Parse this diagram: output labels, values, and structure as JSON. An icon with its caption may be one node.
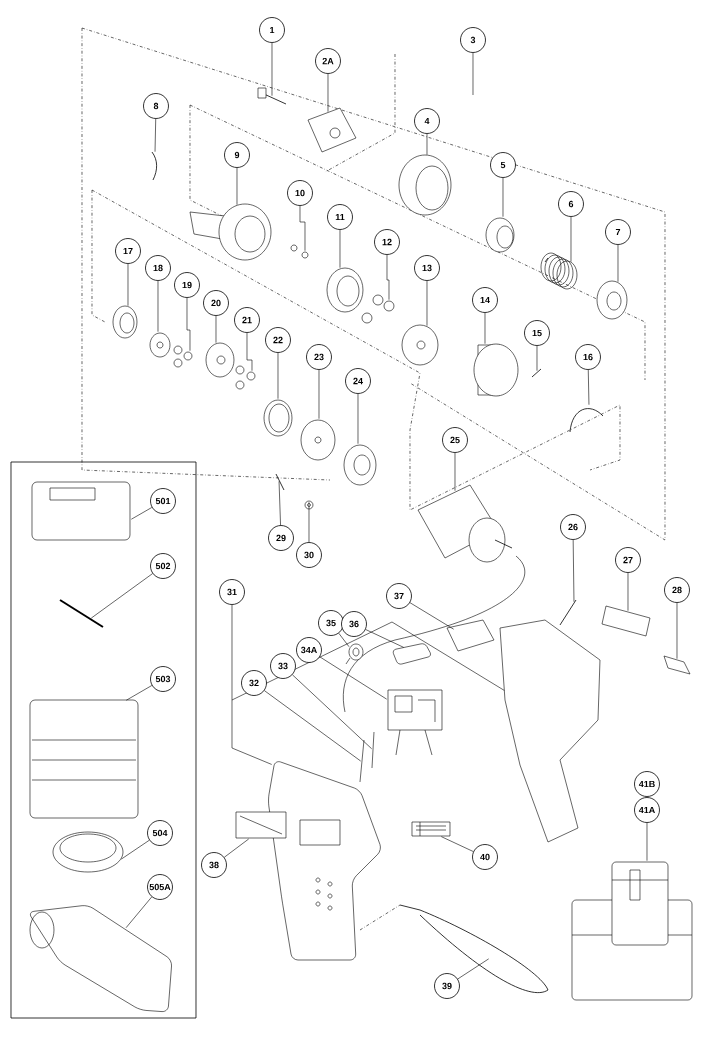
{
  "diagram": {
    "nodes": [
      {
        "text": [
          "1"
        ]
      },
      {
        "text": [
          "2A"
        ]
      },
      {
        "text": [
          "3"
        ]
      },
      {
        "text": [
          "4"
        ]
      },
      {
        "text": [
          "5"
        ]
      },
      {
        "text": [
          "6"
        ]
      },
      {
        "text": [
          "7"
        ]
      },
      {
        "text": [
          "8"
        ]
      },
      {
        "text": [
          "9"
        ]
      },
      {
        "text": [
          "10"
        ]
      },
      {
        "text": [
          "11"
        ]
      },
      {
        "text": [
          "12"
        ]
      },
      {
        "text": [
          "13"
        ]
      },
      {
        "text": [
          "14"
        ]
      },
      {
        "text": [
          "15"
        ]
      },
      {
        "text": [
          "16"
        ]
      },
      {
        "text": [
          "17"
        ]
      },
      {
        "text": [
          "18"
        ]
      },
      {
        "text": [
          "19"
        ]
      },
      {
        "text": [
          "20"
        ]
      },
      {
        "text": [
          "21"
        ]
      },
      {
        "text": [
          "22"
        ]
      },
      {
        "text": [
          "23"
        ]
      },
      {
        "text": [
          "24"
        ]
      },
      {
        "text": [
          "25"
        ]
      },
      {
        "text": [
          "26"
        ]
      },
      {
        "text": [
          "27"
        ]
      },
      {
        "text": [
          "28"
        ]
      },
      {
        "text": [
          "29"
        ]
      },
      {
        "text": [
          "30"
        ]
      },
      {
        "text": [
          "31"
        ]
      },
      {
        "text": [
          "32"
        ]
      },
      {
        "text": [
          "33"
        ]
      },
      {
        "text": [
          "34A"
        ]
      },
      {
        "text": [
          "35"
        ]
      },
      {
        "text": [
          "36"
        ]
      },
      {
        "text": [
          "37"
        ]
      },
      {
        "text": [
          "38"
        ]
      },
      {
        "text": [
          "39"
        ]
      },
      {
        "text": [
          "40"
        ]
      },
      {
        "text": [
          "41B"
        ]
      },
      {
        "text": [
          "41A"
        ]
      },
      {
        "text": [],
        "shape": "box"
      },
      {
        "text": [
          "501"
        ],
        "in": 42
      },
      {
        "text": [
          "502"
        ],
        "in": 42
      },
      {
        "text": [
          "503"
        ],
        "in": 42
      },
      {
        "text": [
          "504"
        ],
        "in": 42
      },
      {
        "text": [
          "505A"
        ],
        "in": 42
      },
      {
        "text": [],
        "shape": "picture"
      },
      {
        "text": [],
        "shape": "picture"
      },
      {
        "text": [],
        "shape": "picture"
      },
      {
        "text": [],
        "shape": "picture"
      },
      {
        "text": [],
        "shape": "picture"
      },
      {
        "text": [],
        "shape": "picture"
      },
      {
        "text": [],
        "shape": "picture"
      },
      {
        "text": [],
        "shape": "picture"
      },
      {
        "text": [],
        "shape": "picture"
      },
      {
        "text": [],
        "shape": "picture"
      },
      {
        "text": [],
        "shape": "picture"
      },
      {
        "text": [],
        "shape": "picture"
      },
      {
        "text": [],
        "shape": "picture"
      },
      {
        "text": [],
        "shape": "picture"
      },
      {
        "text": [],
        "shape": "picture"
      },
      {
        "text": [],
        "shape": "picture"
      },
      {
        "text": [],
        "shape": "picture"
      },
      {
        "text": [],
        "shape": "picture"
      },
      {
        "text": [],
        "shape": "picture"
      },
      {
        "text": [],
        "shape": "picture"
      },
      {
        "text": [],
        "shape": "picture"
      },
      {
        "text": [],
        "shape": "picture"
      },
      {
        "text": [],
        "shape": "picture"
      },
      {
        "text": [],
        "shape": "picture"
      },
      {
        "text": [],
        "shape": "picture"
      },
      {
        "text": [],
        "shape": "picture"
      },
      {
        "text": [],
        "shape": "picture"
      },
      {
        "text": [],
        "shape": "picture"
      },
      {
        "text": [],
        "shape": "picture"
      },
      {
        "text": [],
        "shape": "picture"
      },
      {
        "text": [],
        "shape": "picture"
      },
      {
        "text": [],
        "shape": "picture"
      },
      {
        "text": [],
        "shape": "picture"
      },
      {
        "text": [],
        "shape": "picture"
      },
      {
        "text": [],
        "shape": "picture"
      },
      {
        "text": [],
        "shape": "picture"
      },
      {
        "text": [],
        "shape": "picture"
      },
      {
        "text": [],
        "shape": "picture"
      },
      {
        "text": [],
        "shape": "picture"
      },
      {
        "text": [],
        "shape": "picture"
      },
      {
        "text": [],
        "shape": "picture",
        "in": 42
      },
      {
        "text": [],
        "shape": "picture",
        "in": 42
      },
      {
        "text": [],
        "shape": "picture",
        "in": 42
      },
      {
        "text": [],
        "shape": "picture",
        "in": 42
      },
      {
        "text": [],
        "shape": "picture",
        "in": 42
      }
    ],
    "edges": [
      {
        "from": 0,
        "to": 48,
        "arrow": "none"
      },
      {
        "from": 1,
        "to": 49,
        "arrow": "none"
      },
      {
        "from": 2,
        "to": null,
        "arrow": "none"
      },
      {
        "from": 3,
        "to": 50,
        "arrow": "none"
      },
      {
        "from": 4,
        "to": 51,
        "arrow": "none"
      },
      {
        "from": 5,
        "to": 52,
        "arrow": "none"
      },
      {
        "from": 6,
        "to": 53,
        "arrow": "none"
      },
      {
        "from": 7,
        "to": 54,
        "arrow": "none"
      },
      {
        "from": 8,
        "to": 55,
        "arrow": "none"
      },
      {
        "from": 9,
        "to": 56,
        "arrow": "none"
      },
      {
        "from": 10,
        "to": 57,
        "arrow": "none"
      },
      {
        "from": 11,
        "to": 58,
        "arrow": "none"
      },
      {
        "from": 12,
        "to": 59,
        "arrow": "none"
      },
      {
        "from": 13,
        "to": 60,
        "arrow": "none"
      },
      {
        "from": 14,
        "to": 61,
        "arrow": "none"
      },
      {
        "from": 15,
        "to": 62,
        "arrow": "none"
      },
      {
        "from": 16,
        "to": 63,
        "arrow": "none"
      },
      {
        "from": 17,
        "to": 64,
        "arrow": "none"
      },
      {
        "from": 18,
        "to": 65,
        "arrow": "none"
      },
      {
        "from": 19,
        "to": 66,
        "arrow": "none"
      },
      {
        "from": 20,
        "to": 67,
        "arrow": "none"
      },
      {
        "from": 21,
        "to": 68,
        "arrow": "none"
      },
      {
        "from": 22,
        "to": 69,
        "arrow": "none"
      },
      {
        "from": 23,
        "to": 70,
        "arrow": "none"
      },
      {
        "from": 24,
        "to": 71,
        "arrow": "none"
      },
      {
        "from": 25,
        "to": 72,
        "arrow": "none"
      },
      {
        "from": 26,
        "to": 73,
        "arrow": "none"
      },
      {
        "from": 27,
        "to": 74,
        "arrow": "none"
      },
      {
        "from": 28,
        "to": 75,
        "arrow": "none"
      },
      {
        "from": 29,
        "to": 76,
        "arrow": "none"
      },
      {
        "from": 30,
        "to": 77,
        "arrow": "none"
      },
      {
        "from": 31,
        "to": 78,
        "arrow": "none"
      },
      {
        "from": 32,
        "to": 79,
        "arrow": "none"
      },
      {
        "from": 33,
        "to": 80,
        "arrow": "none"
      },
      {
        "from": 34,
        "to": 81,
        "arrow": "none"
      },
      {
        "from": 35,
        "to": 82,
        "arrow": "none"
      },
      {
        "from": 36,
        "to": 83,
        "arrow": "none"
      },
      {
        "from": 37,
        "to": 84,
        "arrow": "none"
      },
      {
        "from": 38,
        "to": 85,
        "arrow": "none"
      },
      {
        "from": 39,
        "to": 86,
        "arrow": "none"
      },
      {
        "from": 41,
        "to": 87,
        "arrow": "none"
      },
      {
        "from": 43,
        "to": 88,
        "arrow": "none"
      },
      {
        "from": 44,
        "to": 89,
        "arrow": "none"
      },
      {
        "from": 45,
        "to": 90,
        "arrow": "none"
      },
      {
        "from": 46,
        "to": 91,
        "arrow": "none"
      },
      {
        "from": 47,
        "to": 92,
        "arrow": "none"
      }
    ]
  }
}
